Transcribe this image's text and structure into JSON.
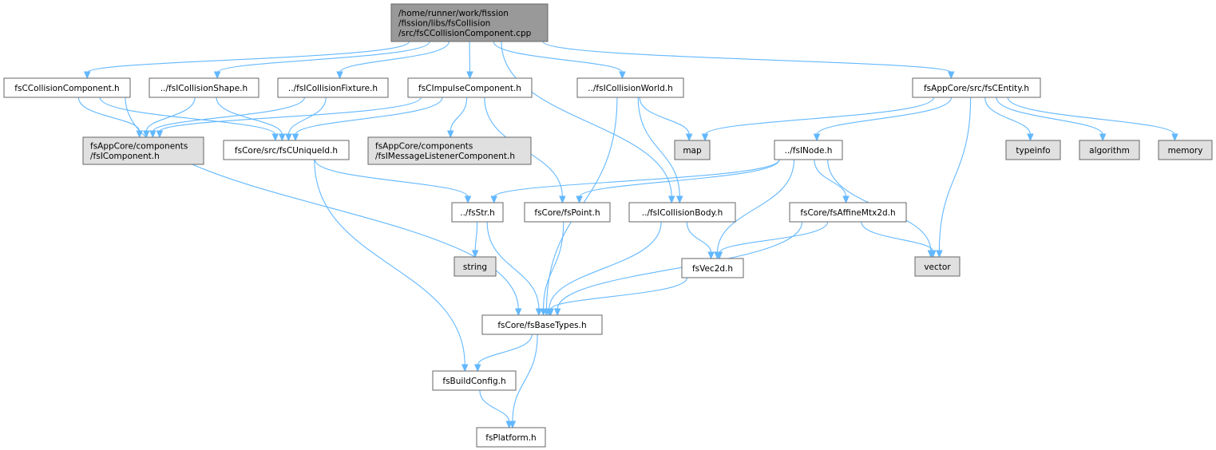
{
  "nodes": [
    {
      "id": "root",
      "lines": [
        "/home/runner/work/fission",
        "/fission/libs/fsCollision",
        "/src/fsCCollisionComponent.cpp"
      ],
      "style": "root"
    },
    {
      "id": "cccomp",
      "lines": [
        "fsCCollisionComponent.h"
      ],
      "style": "normal"
    },
    {
      "id": "icshape",
      "lines": [
        "../fsICollisionShape.h"
      ],
      "style": "normal"
    },
    {
      "id": "icfix",
      "lines": [
        "../fsICollisionFixture.h"
      ],
      "style": "normal"
    },
    {
      "id": "impulse",
      "lines": [
        "fsCImpulseComponent.h"
      ],
      "style": "normal"
    },
    {
      "id": "icworld",
      "lines": [
        "../fsICollisionWorld.h"
      ],
      "style": "normal"
    },
    {
      "id": "centity",
      "lines": [
        "fsAppCore/src/fsCEntity.h"
      ],
      "style": "normal"
    },
    {
      "id": "icomp",
      "lines": [
        "fsAppCore/components",
        "/fsIComponent.h"
      ],
      "style": "external"
    },
    {
      "id": "uniq",
      "lines": [
        "fsCore/src/fsCUniqueId.h"
      ],
      "style": "normal"
    },
    {
      "id": "imsg",
      "lines": [
        "fsAppCore/components",
        "/fsIMessageListenerComponent.h"
      ],
      "style": "external"
    },
    {
      "id": "map",
      "lines": [
        "map"
      ],
      "style": "external"
    },
    {
      "id": "inode",
      "lines": [
        "../fsINode.h"
      ],
      "style": "normal"
    },
    {
      "id": "typeinfo",
      "lines": [
        "typeinfo"
      ],
      "style": "external"
    },
    {
      "id": "algorithm",
      "lines": [
        "algorithm"
      ],
      "style": "external"
    },
    {
      "id": "memory",
      "lines": [
        "memory"
      ],
      "style": "external"
    },
    {
      "id": "fsstr",
      "lines": [
        "../fsStr.h"
      ],
      "style": "normal"
    },
    {
      "id": "point",
      "lines": [
        "fsCore/fsPoint.h"
      ],
      "style": "normal"
    },
    {
      "id": "icbody",
      "lines": [
        "../fsICollisionBody.h"
      ],
      "style": "normal"
    },
    {
      "id": "affine",
      "lines": [
        "fsCore/fsAffineMtx2d.h"
      ],
      "style": "normal"
    },
    {
      "id": "string",
      "lines": [
        "string"
      ],
      "style": "external"
    },
    {
      "id": "vec2d",
      "lines": [
        "fsVec2d.h"
      ],
      "style": "normal"
    },
    {
      "id": "vector",
      "lines": [
        "vector"
      ],
      "style": "external"
    },
    {
      "id": "basetypes",
      "lines": [
        "fsCore/fsBaseTypes.h"
      ],
      "style": "normal"
    },
    {
      "id": "buildcfg",
      "lines": [
        "fsBuildConfig.h"
      ],
      "style": "normal"
    },
    {
      "id": "platform",
      "lines": [
        "fsPlatform.h"
      ],
      "style": "normal"
    }
  ],
  "edges": [
    [
      "root",
      "cccomp"
    ],
    [
      "root",
      "icshape"
    ],
    [
      "root",
      "icfix"
    ],
    [
      "root",
      "impulse"
    ],
    [
      "root",
      "icworld"
    ],
    [
      "root",
      "icbody"
    ],
    [
      "root",
      "centity"
    ],
    [
      "cccomp",
      "icomp"
    ],
    [
      "cccomp",
      "uniq"
    ],
    [
      "cccomp",
      "basetypes"
    ],
    [
      "icshape",
      "icomp"
    ],
    [
      "icshape",
      "uniq"
    ],
    [
      "icfix",
      "icomp"
    ],
    [
      "icfix",
      "uniq"
    ],
    [
      "impulse",
      "icomp"
    ],
    [
      "impulse",
      "uniq"
    ],
    [
      "impulse",
      "imsg"
    ],
    [
      "impulse",
      "point"
    ],
    [
      "icworld",
      "map"
    ],
    [
      "icworld",
      "icbody"
    ],
    [
      "icworld",
      "basetypes"
    ],
    [
      "centity",
      "map"
    ],
    [
      "centity",
      "inode"
    ],
    [
      "centity",
      "typeinfo"
    ],
    [
      "centity",
      "algorithm"
    ],
    [
      "centity",
      "memory"
    ],
    [
      "centity",
      "vector"
    ],
    [
      "uniq",
      "fsstr"
    ],
    [
      "uniq",
      "buildcfg"
    ],
    [
      "inode",
      "fsstr"
    ],
    [
      "inode",
      "point"
    ],
    [
      "inode",
      "affine"
    ],
    [
      "inode",
      "vec2d"
    ],
    [
      "inode",
      "vector"
    ],
    [
      "fsstr",
      "string"
    ],
    [
      "fsstr",
      "basetypes"
    ],
    [
      "point",
      "basetypes"
    ],
    [
      "icbody",
      "vec2d"
    ],
    [
      "icbody",
      "basetypes"
    ],
    [
      "affine",
      "vec2d"
    ],
    [
      "affine",
      "vector"
    ],
    [
      "affine",
      "basetypes"
    ],
    [
      "vec2d",
      "basetypes"
    ],
    [
      "basetypes",
      "buildcfg"
    ],
    [
      "basetypes",
      "platform"
    ],
    [
      "buildcfg",
      "platform"
    ]
  ],
  "colors": {
    "root_fill": "#999999",
    "external_fill": "#e0e0e0",
    "normal_fill": "#ffffff",
    "border": "#666666",
    "edge": "#63b8ff"
  }
}
